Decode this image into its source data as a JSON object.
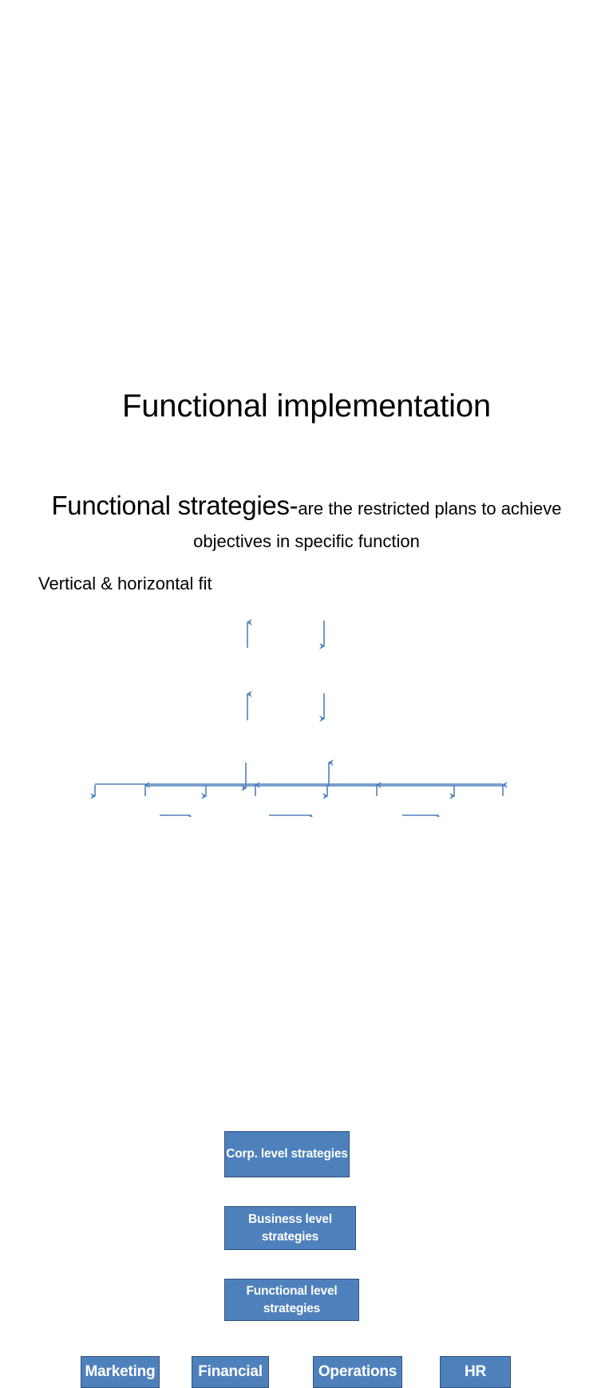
{
  "slide": {
    "title": "Functional implementation",
    "lead": {
      "strong": "Functional strategies-",
      "rest": "are the restricted plans to achieve objectives in specific function"
    },
    "fit_note": "Vertical & horizontal fit",
    "colors": {
      "box_fill": "#4E81BC",
      "box_border": "#30527D",
      "box_text": "#FFFFFF",
      "connector": "#4E81BC",
      "background": "#FFFFFF",
      "body_text": "#000000"
    }
  },
  "diagram": {
    "name": "strategy-hierarchy",
    "levels": [
      {
        "id": "corp",
        "label": "Corp. level strategies"
      },
      {
        "id": "business",
        "label": "Business level strategies"
      },
      {
        "id": "functional",
        "label": "Functional level strategies"
      }
    ],
    "functions": [
      {
        "id": "marketing",
        "label": "Marketing"
      },
      {
        "id": "financial",
        "label": "Financial"
      },
      {
        "id": "operations",
        "label": "Operations"
      },
      {
        "id": "hr",
        "label": "HR"
      }
    ],
    "connectors": [
      {
        "from": "business",
        "to": "corp",
        "direction": "up"
      },
      {
        "from": "corp",
        "to": "business",
        "direction": "down"
      },
      {
        "from": "functional",
        "to": "business",
        "direction": "up"
      },
      {
        "from": "business",
        "to": "functional",
        "direction": "down"
      },
      {
        "from": "functional",
        "to": "functions",
        "direction": "down"
      },
      {
        "from": "functions",
        "to": "functional",
        "direction": "up"
      },
      {
        "from": "marketing",
        "to": "financial",
        "direction": "right"
      },
      {
        "from": "financial",
        "to": "operations",
        "direction": "right"
      },
      {
        "from": "operations",
        "to": "hr",
        "direction": "right"
      }
    ]
  }
}
